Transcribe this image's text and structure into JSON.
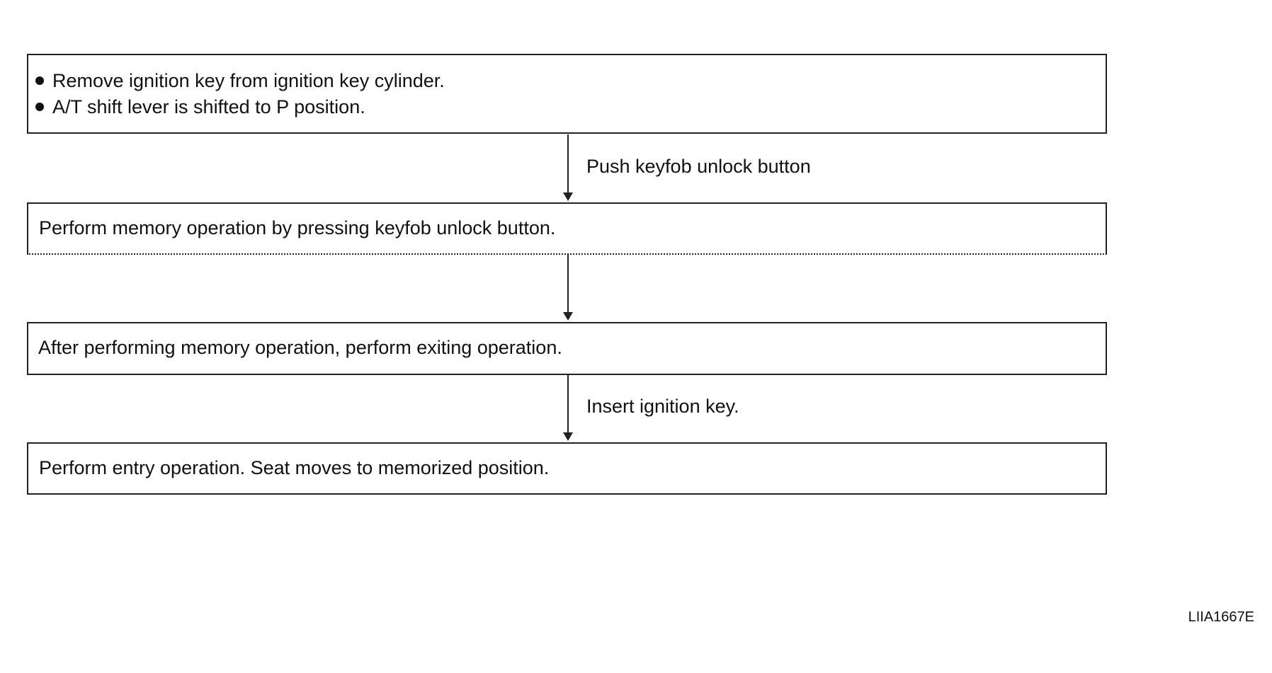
{
  "steps": [
    {
      "bullets": [
        "Remove ignition key from ignition key cylinder.",
        "A/T shift lever is shifted to P position."
      ]
    },
    {
      "text": "Perform memory operation by pressing keyfob unlock button."
    },
    {
      "text": "After performing memory operation, perform exiting operation."
    },
    {
      "text": "Perform entry operation. Seat moves to memorized position."
    }
  ],
  "transitions": [
    {
      "label": "Push keyfob unlock button"
    },
    {
      "label": ""
    },
    {
      "label": "Insert ignition key."
    }
  ],
  "reference_code": "LIIA1667E"
}
